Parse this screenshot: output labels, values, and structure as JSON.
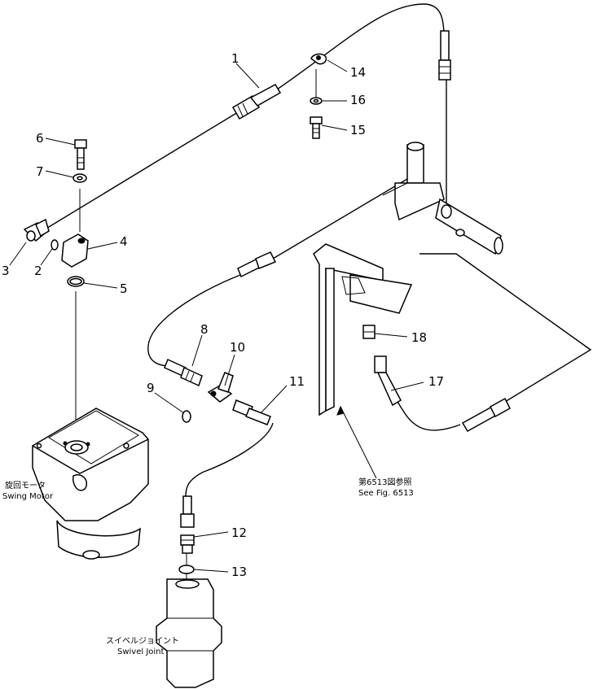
{
  "callouts": {
    "c1": "1",
    "c2": "2",
    "c3": "3",
    "c4": "4",
    "c5": "5",
    "c6": "6",
    "c7": "7",
    "c8": "8",
    "c9": "9",
    "c10": "10",
    "c11": "11",
    "c12": "12",
    "c13": "13",
    "c14": "14",
    "c15": "15",
    "c16": "16",
    "c17": "17",
    "c18": "18"
  },
  "captions": {
    "swing_motor_jp": "旋回モータ",
    "swing_motor_en": "Swing Motor",
    "swivel_joint_jp": "スイベルジョイント",
    "swivel_joint_en": "Swivel Joint",
    "see_fig_jp": "第6513図参照",
    "see_fig_en": "See Fig. 6513"
  }
}
